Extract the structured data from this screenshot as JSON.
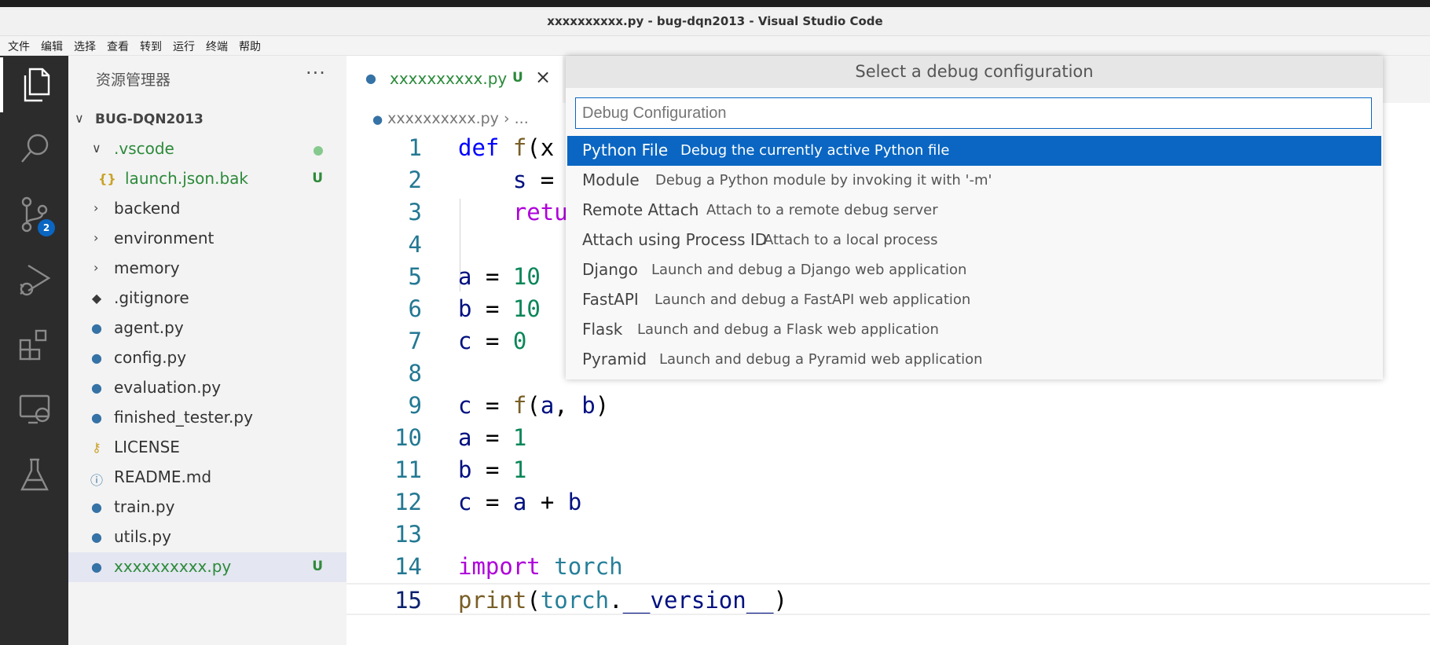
{
  "window": {
    "title": "xxxxxxxxxx.py - bug-dqn2013 - Visual Studio Code"
  },
  "menu": [
    "文件",
    "编辑",
    "选择",
    "查看",
    "转到",
    "运行",
    "终端",
    "帮助"
  ],
  "activity": {
    "scm_badge": "2"
  },
  "explorer": {
    "title": "资源管理器",
    "more": "···",
    "root": "BUG-DQN2013",
    "items": [
      {
        "label": ".vscode",
        "type": "folder-open",
        "decoration": ""
      },
      {
        "label": "launch.json.bak",
        "type": "json",
        "decoration": "U"
      },
      {
        "label": "backend",
        "type": "folder",
        "decoration": ""
      },
      {
        "label": "environment",
        "type": "folder",
        "decoration": ""
      },
      {
        "label": "memory",
        "type": "folder",
        "decoration": ""
      },
      {
        "label": ".gitignore",
        "type": "git",
        "decoration": ""
      },
      {
        "label": "agent.py",
        "type": "python",
        "decoration": ""
      },
      {
        "label": "config.py",
        "type": "python",
        "decoration": ""
      },
      {
        "label": "evaluation.py",
        "type": "python",
        "decoration": ""
      },
      {
        "label": "finished_tester.py",
        "type": "python",
        "decoration": ""
      },
      {
        "label": "LICENSE",
        "type": "license",
        "decoration": ""
      },
      {
        "label": "README.md",
        "type": "info",
        "decoration": ""
      },
      {
        "label": "train.py",
        "type": "python",
        "decoration": ""
      },
      {
        "label": "utils.py",
        "type": "python",
        "decoration": ""
      },
      {
        "label": "xxxxxxxxxx.py",
        "type": "python",
        "decoration": "U"
      }
    ]
  },
  "editor": {
    "tab": {
      "label": "xxxxxxxxxx.py",
      "status": "U",
      "close": "×"
    },
    "breadcrumb": {
      "file": "xxxxxxxxxx.py",
      "sep": "›",
      "rest": "..."
    },
    "line_numbers": [
      "1",
      "2",
      "3",
      "4",
      "5",
      "6",
      "7",
      "8",
      "9",
      "10",
      "11",
      "12",
      "13",
      "14",
      "15"
    ]
  },
  "quickpick": {
    "title": "Select a debug configuration",
    "placeholder": "Debug Configuration",
    "items": [
      {
        "label": "Python File",
        "description": "Debug the currently active Python file"
      },
      {
        "label": "Module",
        "description": "Debug a Python module by invoking it with '-m'"
      },
      {
        "label": "Remote Attach",
        "description": "Attach to a remote debug server"
      },
      {
        "label": "Attach using Process ID",
        "description": "Attach to a local process"
      },
      {
        "label": "Django",
        "description": "Launch and debug a Django web application"
      },
      {
        "label": "FastAPI",
        "description": "Launch and debug a FastAPI web application"
      },
      {
        "label": "Flask",
        "description": "Launch and debug a Flask web application"
      },
      {
        "label": "Pyramid",
        "description": "Launch and debug a Pyramid web application"
      }
    ]
  }
}
